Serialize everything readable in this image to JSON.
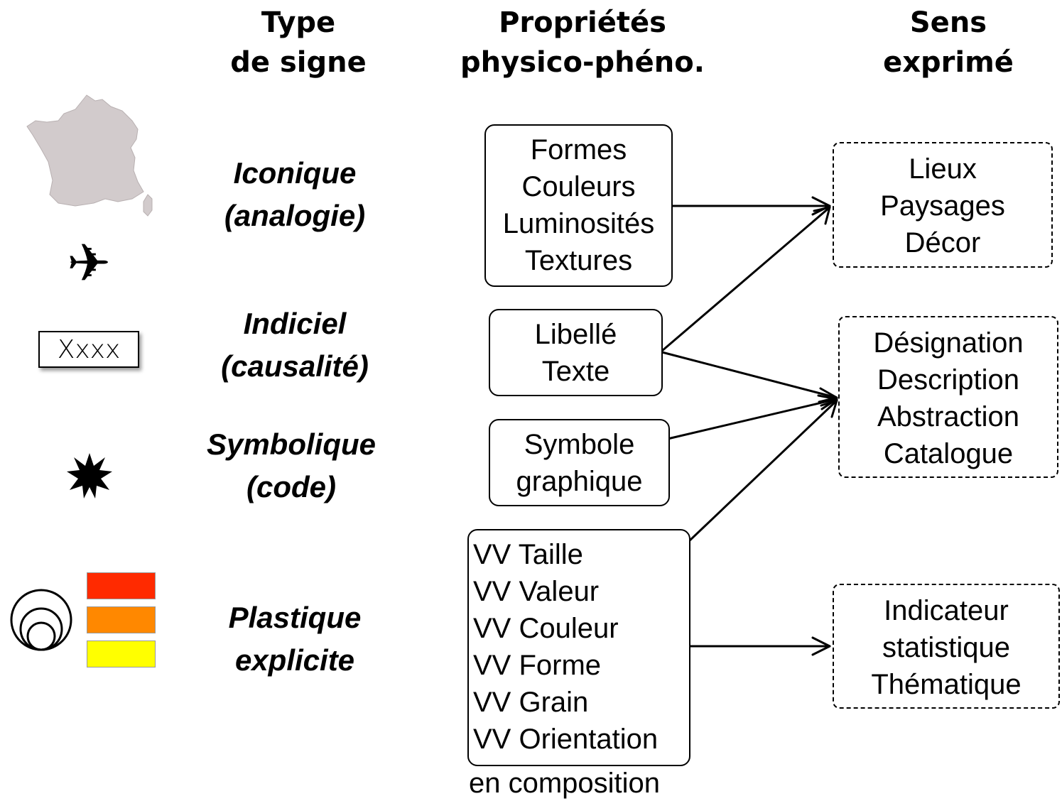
{
  "headers": {
    "type": [
      "Type",
      "de signe"
    ],
    "proprietes": [
      "Propriétés",
      "physico-phéno."
    ],
    "sens": [
      "Sens",
      "exprimé"
    ]
  },
  "sign_types": [
    {
      "line1": "Iconique",
      "line2": "(analogie)"
    },
    {
      "line1": "Indiciel",
      "line2": "(causalité)"
    },
    {
      "line1": "Symbolique",
      "line2": "(code)"
    },
    {
      "line1": "Plastique",
      "line2": "explicite"
    }
  ],
  "properties": {
    "iconique": [
      "Formes",
      "Couleurs",
      "Luminosités",
      "Textures"
    ],
    "indiciel": [
      "Libellé",
      "Texte"
    ],
    "symbolique": [
      "Symbole",
      "graphique"
    ],
    "plastique": [
      "VV Taille",
      "VV Valeur",
      "VV Couleur",
      "VV Forme",
      "VV Grain",
      "VV Orientation"
    ],
    "plastique_caption": "en composition"
  },
  "meanings": {
    "lieux": [
      "Lieux",
      "Paysages",
      "Décor"
    ],
    "designation": [
      "Désignation",
      "Description",
      "Abstraction",
      "Catalogue"
    ],
    "indicateur": [
      "Indicateur",
      "statistique",
      "Thématique"
    ]
  },
  "icons": {
    "france_map": "france-map-icon",
    "airplane": "airplane-icon",
    "label_sample": "Xxxx",
    "star": "star-icon",
    "circles": "proportional-circles-icon"
  },
  "colors": {
    "map_fill": "#d2cbcc",
    "swatch_red": "#ff2a00",
    "swatch_orange": "#ff8800",
    "swatch_yellow": "#ffff00"
  }
}
